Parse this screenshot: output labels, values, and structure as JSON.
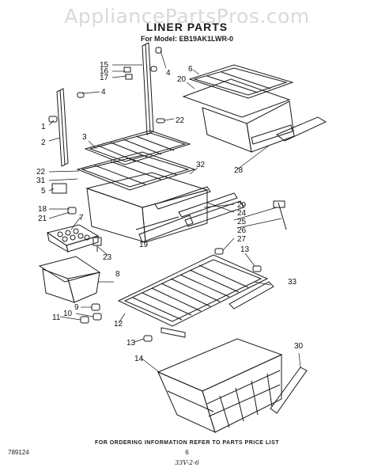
{
  "header": {
    "watermark": "AppliancePartsPros.com",
    "title": "LINER PARTS",
    "model_line": "For Model: EB19AK1LWR-0"
  },
  "callouts": [
    "1",
    "2",
    "3",
    "4",
    "4",
    "5",
    "6",
    "7",
    "8",
    "9",
    "10",
    "11",
    "12",
    "13",
    "13",
    "14",
    "15",
    "16",
    "17",
    "18",
    "19",
    "20",
    "21",
    "22",
    "22",
    "23",
    "24",
    "25",
    "26",
    "27",
    "28",
    "29",
    "30",
    "31",
    "32",
    "33"
  ],
  "footer": {
    "ordering_note": "FOR ORDERING INFORMATION REFER TO PARTS PRICE LIST",
    "page_number": "6",
    "doc_code": "789124",
    "handwritten_code": "33V-2-6"
  },
  "colors": {
    "ink": "#1a1a1a",
    "watermark": "#d9d9d9",
    "paper": "#ffffff"
  }
}
